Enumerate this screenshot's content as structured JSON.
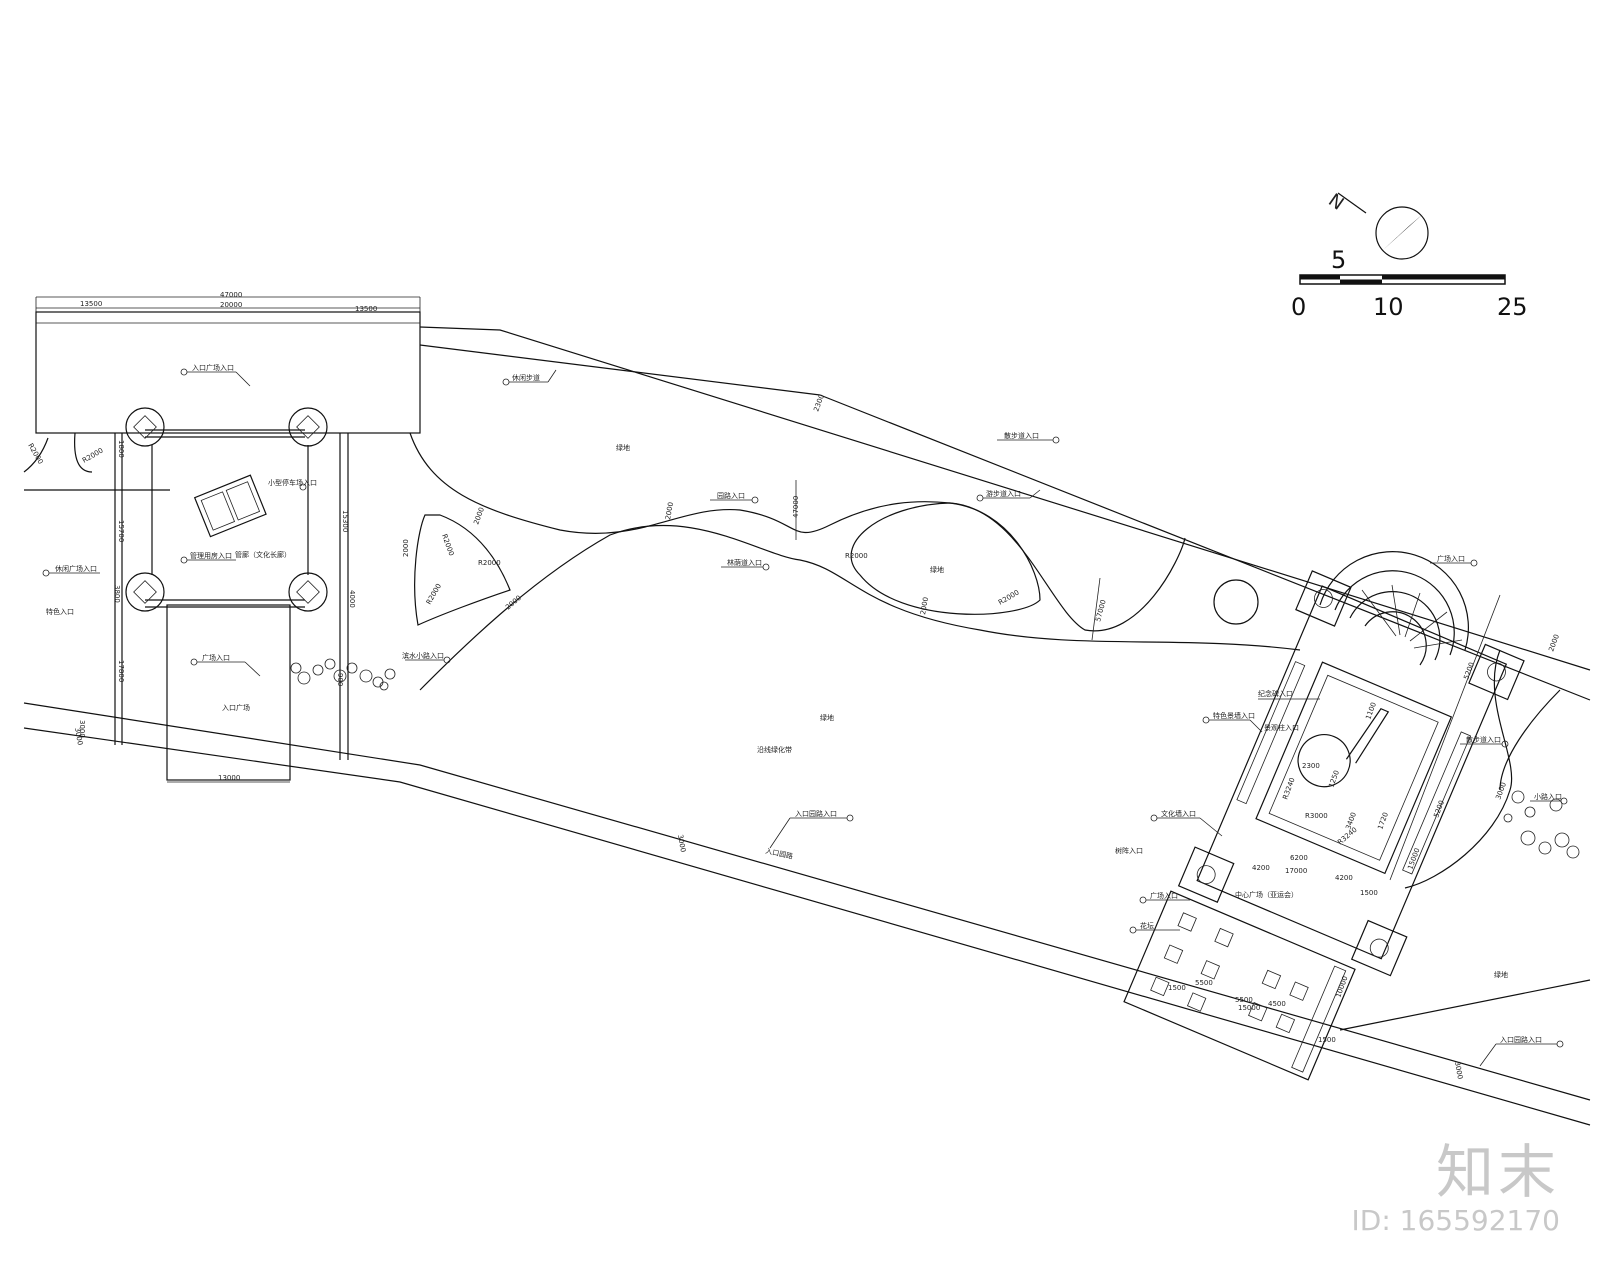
{
  "scale_bar": {
    "ticks": [
      "0",
      "5",
      "10",
      "25"
    ]
  },
  "north_arrow": {
    "letter": "N"
  },
  "dimensions": {
    "top_total": "47000",
    "top_left": "13500",
    "top_mid": "20000",
    "top_right": "13500",
    "plaza_width": "13000",
    "dims_left": [
      "1800",
      "15700",
      "17800",
      "3000"
    ],
    "dims_mid": [
      "15300",
      "4000",
      "3800",
      "900"
    ],
    "radii": [
      "R2000",
      "R2000",
      "R2000",
      "R2000",
      "R2000",
      "R2000",
      "R2000"
    ],
    "road_width": [
      "3000",
      "3000",
      "3000",
      "2300",
      "2000"
    ],
    "curve_lengths": [
      "2000",
      "2000",
      "2000",
      "2000",
      "47000",
      "57000",
      "2000"
    ],
    "right_dims": [
      "4200",
      "6200",
      "17000",
      "4200",
      "5200",
      "15000",
      "5200",
      "3000",
      "1720",
      "1500"
    ],
    "bottom_dims": [
      "1500",
      "5500",
      "5500",
      "4500",
      "15000",
      "1500",
      "10000"
    ],
    "fountain": [
      "R3000",
      "R3240",
      "2300",
      "1250",
      "3400",
      "1100",
      "R3240"
    ]
  },
  "labels": {
    "lawn": [
      "绿地",
      "绿地",
      "绿地",
      "绿地"
    ],
    "shelter_belt": "沿线绿化带",
    "entrance_plaza": "入口广场",
    "pavilion": "管廊（文化长廊）",
    "central_square": "中心广场（亚运会）",
    "callouts_left": [
      "入口广场入口",
      "管理用房入口",
      "休闲广场入口",
      "特色入口",
      "小型停车场入口",
      "广场入口"
    ],
    "callouts_mid": [
      "休闲步道",
      "园路入口",
      "散步道入口",
      "游步道入口",
      "林荫道入口",
      "滨水小路入口",
      "入口园路入口"
    ],
    "callouts_right": [
      "广场入口",
      "文化墙入口",
      "特色景墙入口",
      "纪念碑入口",
      "景观柱入口",
      "树阵入口",
      "广场入口",
      "花坛",
      "小路入口",
      "入口园路入口",
      "散步道入口"
    ],
    "road": "入口园路"
  }
}
